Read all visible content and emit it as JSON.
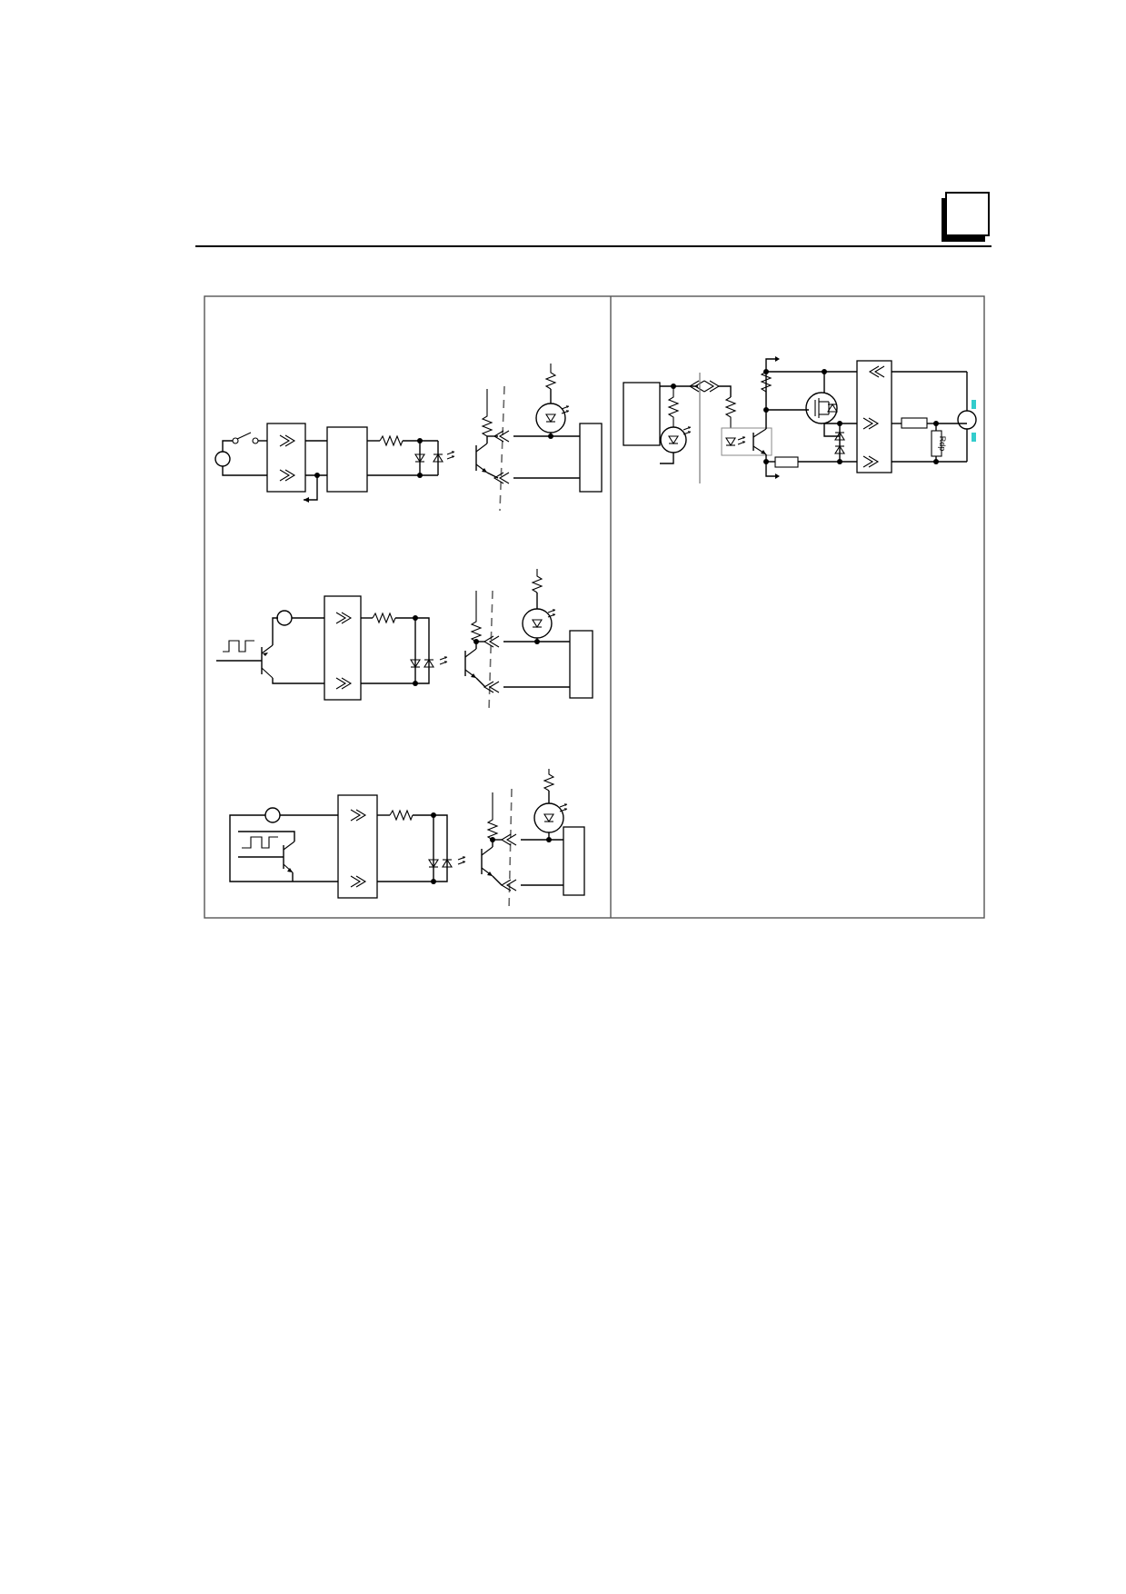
{
  "header": {
    "chapter_tab_label": ""
  },
  "figure": {
    "left_panel": {
      "circuits": [
        "switch-input",
        "pnp-transistor-input",
        "npn-transistor-input"
      ]
    },
    "right_panel": {
      "circuit": "mosfet-output-with-load"
    },
    "labels": {
      "load_resistor": "Rdp"
    }
  },
  "colors": {
    "line": "#000000",
    "frame": "#555555",
    "marker": "#33cccc"
  }
}
